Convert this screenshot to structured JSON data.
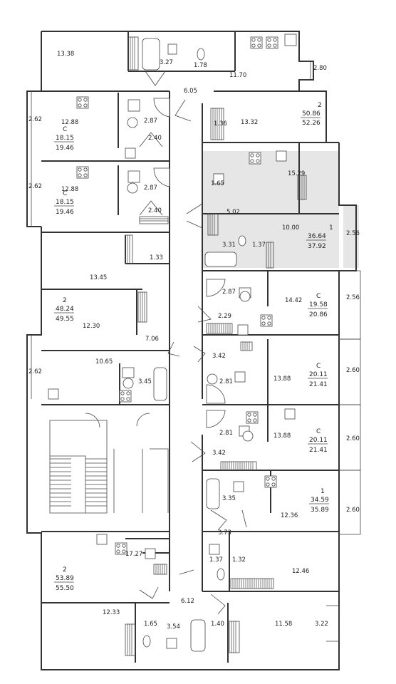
{
  "room_areas": [
    {
      "id": "r1",
      "text": "13.38"
    },
    {
      "id": "r2",
      "text": "3.27"
    },
    {
      "id": "r3",
      "text": "1.78"
    },
    {
      "id": "r4",
      "text": "11.70"
    },
    {
      "id": "r5",
      "text": "2.80"
    },
    {
      "id": "r6",
      "text": "6.05"
    },
    {
      "id": "r7",
      "text": "2.62"
    },
    {
      "id": "r8",
      "text": "12.88"
    },
    {
      "id": "r9",
      "text": "2.87"
    },
    {
      "id": "r10",
      "text": "2.40"
    },
    {
      "id": "r11",
      "text": "1.36"
    },
    {
      "id": "r12",
      "text": "13.32"
    },
    {
      "id": "r13",
      "text": "15.29"
    },
    {
      "id": "r14",
      "text": "2.62"
    },
    {
      "id": "r15",
      "text": "12.88"
    },
    {
      "id": "r16",
      "text": "2.87"
    },
    {
      "id": "r17",
      "text": "2.40"
    },
    {
      "id": "r18",
      "text": "1.65"
    },
    {
      "id": "r19",
      "text": "5.02"
    },
    {
      "id": "r20",
      "text": "10.00"
    },
    {
      "id": "r21",
      "text": "2.56"
    },
    {
      "id": "r22",
      "text": "3.31"
    },
    {
      "id": "r23",
      "text": "1.37"
    },
    {
      "id": "r24",
      "text": "1.33"
    },
    {
      "id": "r25",
      "text": "13.45"
    },
    {
      "id": "r26",
      "text": "2.87"
    },
    {
      "id": "r27",
      "text": "14.42"
    },
    {
      "id": "r28",
      "text": "2.56"
    },
    {
      "id": "r29",
      "text": "2.29"
    },
    {
      "id": "r30",
      "text": "12.30"
    },
    {
      "id": "r31",
      "text": "7.06"
    },
    {
      "id": "r32",
      "text": "3.42"
    },
    {
      "id": "r33",
      "text": "10.65"
    },
    {
      "id": "r34",
      "text": "2.62"
    },
    {
      "id": "r35",
      "text": "3.45"
    },
    {
      "id": "r36",
      "text": "2.81"
    },
    {
      "id": "r37",
      "text": "13.88"
    },
    {
      "id": "r38",
      "text": "2.60"
    },
    {
      "id": "r39",
      "text": "2.81"
    },
    {
      "id": "r40",
      "text": "13.88"
    },
    {
      "id": "r41",
      "text": "2.60"
    },
    {
      "id": "r42",
      "text": "3.42"
    },
    {
      "id": "r43",
      "text": "3.35"
    },
    {
      "id": "r44",
      "text": "12.36"
    },
    {
      "id": "r45",
      "text": "2.60"
    },
    {
      "id": "r46",
      "text": "3.73"
    },
    {
      "id": "r47",
      "text": "17.27"
    },
    {
      "id": "r48",
      "text": "1.37"
    },
    {
      "id": "r49",
      "text": "1.32"
    },
    {
      "id": "r50",
      "text": "12.46"
    },
    {
      "id": "r51",
      "text": "6.12"
    },
    {
      "id": "r52",
      "text": "12.33"
    },
    {
      "id": "r53",
      "text": "1.65"
    },
    {
      "id": "r54",
      "text": "3.54"
    },
    {
      "id": "r55",
      "text": "1.40"
    },
    {
      "id": "r56",
      "text": "11.58"
    },
    {
      "id": "r57",
      "text": "3.22"
    }
  ],
  "apartments": [
    {
      "id": "a1",
      "type": "2",
      "living": "50.86",
      "total": "52.26"
    },
    {
      "id": "a2",
      "type": "C",
      "living": "18.15",
      "total": "19.46"
    },
    {
      "id": "a3",
      "type": "C",
      "living": "18.15",
      "total": "19.46"
    },
    {
      "id": "a4",
      "type": "1",
      "living": "36.64",
      "total": "37.92"
    },
    {
      "id": "a5",
      "type": "2",
      "living": "48.24",
      "total": "49.55"
    },
    {
      "id": "a6",
      "type": "C",
      "living": "19.58",
      "total": "20.86"
    },
    {
      "id": "a7",
      "type": "C",
      "living": "20.11",
      "total": "21.41"
    },
    {
      "id": "a8",
      "type": "C",
      "living": "20.11",
      "total": "21.41"
    },
    {
      "id": "a9",
      "type": "1",
      "living": "34.59",
      "total": "35.89"
    },
    {
      "id": "a10",
      "type": "2",
      "living": "53.89",
      "total": "55.50"
    }
  ],
  "highlight_color": "#e6e6e6",
  "icons": [
    "stove-icon",
    "sink-icon",
    "toilet-icon",
    "bathtub-icon",
    "shower-icon",
    "washer-icon"
  ]
}
